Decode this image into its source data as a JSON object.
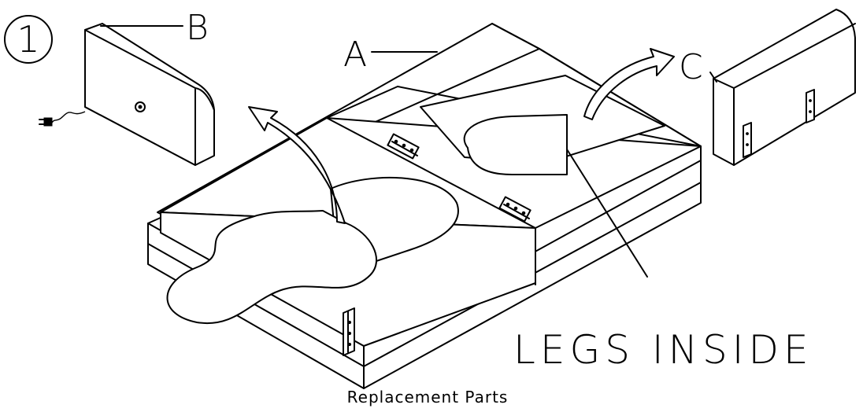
{
  "diagram": {
    "step_number": "1",
    "callouts": {
      "a": "A",
      "b": "B",
      "c": "C"
    },
    "note": "LEGS INSIDE",
    "caption": "Replacement Parts"
  }
}
